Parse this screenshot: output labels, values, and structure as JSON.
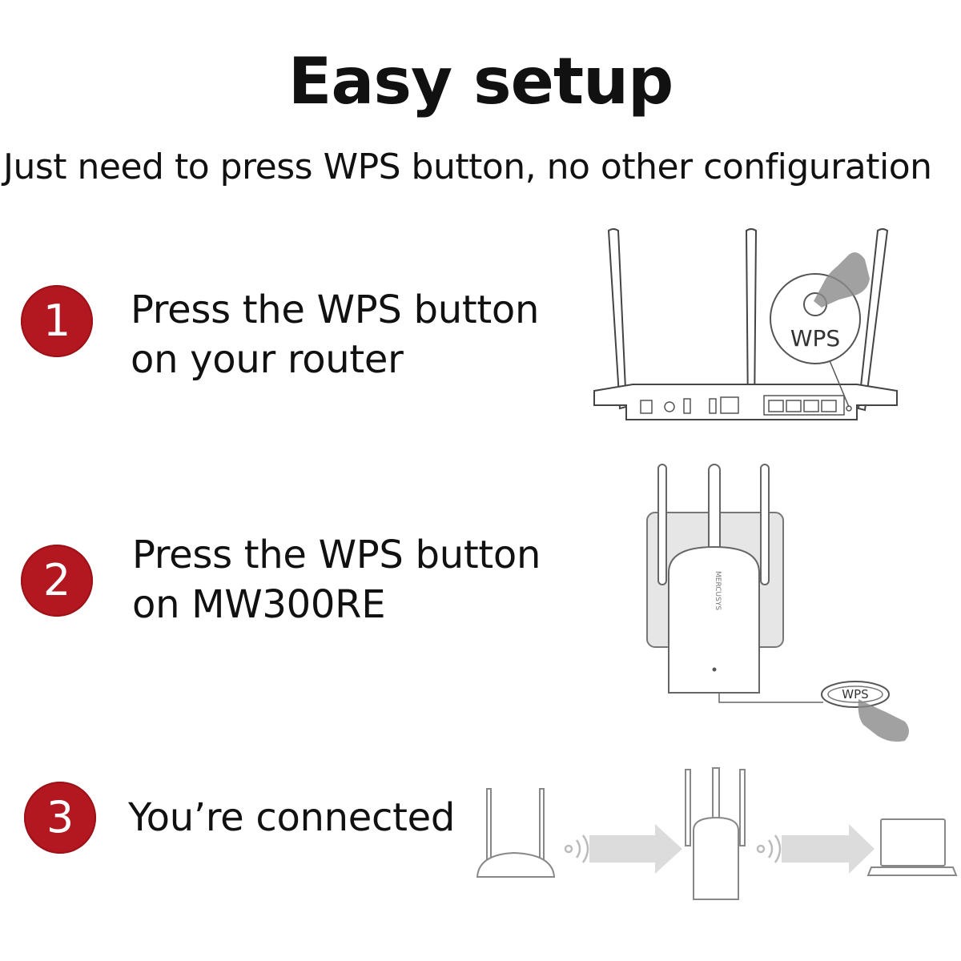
{
  "title": "Easy setup",
  "subtitle": "Just need to press WPS button, no other configuration",
  "steps": [
    {
      "number": "1",
      "line1": "Press the WPS button",
      "line2": "on your router"
    },
    {
      "number": "2",
      "line1": "Press the WPS button",
      "line2": "on MW300RE"
    },
    {
      "number": "3",
      "line1": "You’re connected",
      "line2": ""
    }
  ],
  "illustrations": {
    "router_wps_label": "WPS",
    "extender_wps_label": "WPS",
    "extender_brand": "MERCUSYS"
  },
  "colors": {
    "badge": "#b3171f",
    "text": "#111111",
    "line": "#555555",
    "arrow": "#dcdcdc"
  }
}
